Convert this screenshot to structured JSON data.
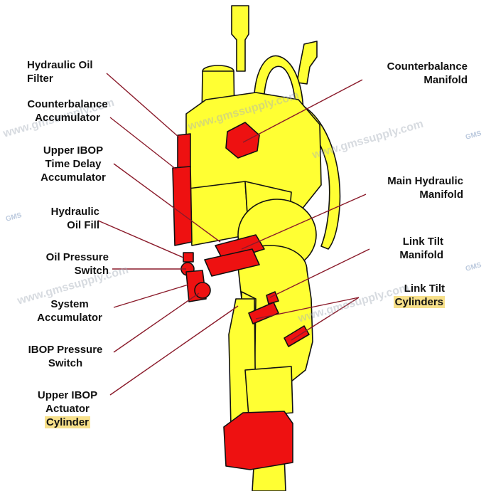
{
  "labels": {
    "hydraulic_oil_filter": [
      "Hydraulic Oil",
      "Filter"
    ],
    "counterbalance_accumulator": [
      "Counterbalance",
      "Accumulator"
    ],
    "upper_ibop_time_delay": [
      "Upper IBOP",
      "Time Delay",
      "Accumulator"
    ],
    "hydraulic_oil_fill": [
      "Hydraulic",
      "Oil Fill"
    ],
    "oil_pressure_switch": [
      "Oil Pressure",
      "Switch"
    ],
    "system_accumulator": [
      "System",
      "Accumulator"
    ],
    "ibop_pressure_switch": [
      "IBOP Pressure",
      "Switch"
    ],
    "upper_ibop_actuator": [
      "Upper IBOP",
      "Actuator",
      "Cylinder"
    ],
    "counterbalance_manifold": [
      "Counterbalance",
      "Manifold"
    ],
    "main_hydraulic_manifold": [
      "Main Hydraulic",
      "Manifold"
    ],
    "link_tilt_manifold": [
      "Link Tilt",
      "Manifold"
    ],
    "link_tilt_cylinders": [
      "Link Tilt",
      "Cylinders"
    ]
  },
  "watermark": {
    "text": "www.gmssupply.com",
    "logo": "GMS"
  },
  "colors": {
    "body": "#ffff33",
    "component": "#ee1111",
    "leader": "#8a1a2a",
    "highlight": "#f7e08a"
  }
}
